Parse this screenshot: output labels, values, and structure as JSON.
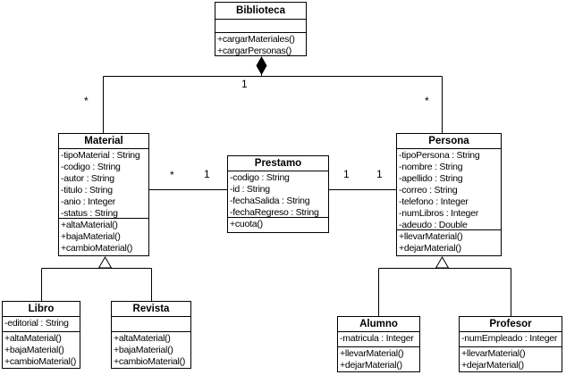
{
  "diagram": {
    "kind": "uml-class-diagram",
    "colors": {
      "line": "#000000",
      "box_fill": "#ffffff",
      "text": "#000000",
      "background": "#ffffff"
    },
    "classes": {
      "biblioteca": {
        "name": "Biblioteca",
        "attributes": [],
        "methods": [
          "+cargarMateriales()",
          "+cargarPersonas()"
        ]
      },
      "material": {
        "name": "Material",
        "attributes": [
          "-tipoMaterial : String",
          "-codigo : String",
          "-autor : String",
          "-titulo : String",
          "-anio : Integer",
          "-status : String"
        ],
        "methods": [
          "+altaMaterial()",
          "+bajaMaterial()",
          "+cambioMaterial()"
        ]
      },
      "prestamo": {
        "name": "Prestamo",
        "attributes": [
          "-codigo : String",
          "-id : String",
          "-fechaSalida : String",
          "-fechaRegreso : String"
        ],
        "methods": [
          "+cuota()"
        ]
      },
      "persona": {
        "name": "Persona",
        "attributes": [
          "-tipoPersona : String",
          "-nombre : String",
          "-apellido : String",
          "-correo : String",
          "-telefono : Integer",
          "-numLibros : Integer",
          "-adeudo : Double"
        ],
        "methods": [
          "+llevarMaterial()",
          "+dejarMaterial()"
        ]
      },
      "libro": {
        "name": "Libro",
        "attributes": [
          "-editorial : String"
        ],
        "methods": [
          "+altaMaterial()",
          "+bajaMaterial()",
          "+cambioMaterial()"
        ]
      },
      "revista": {
        "name": "Revista",
        "attributes": [],
        "methods": [
          "+altaMaterial()",
          "+bajaMaterial()",
          "+cambioMaterial()"
        ]
      },
      "alumno": {
        "name": "Alumno",
        "attributes": [
          "-matricula : Integer"
        ],
        "methods": [
          "+llevarMaterial()",
          "+dejarMaterial()"
        ]
      },
      "profesor": {
        "name": "Profesor",
        "attributes": [
          "-numEmpleado : Integer"
        ],
        "methods": [
          "+llevarMaterial()",
          "+dejarMaterial()"
        ]
      }
    },
    "multiplicities": {
      "composition_one": "1",
      "material_many": "*",
      "persona_many": "*",
      "material_prestamo_many": "*",
      "material_prestamo_one": "1",
      "prestamo_persona_one": "1",
      "persona_prestamo_one": "1"
    }
  }
}
